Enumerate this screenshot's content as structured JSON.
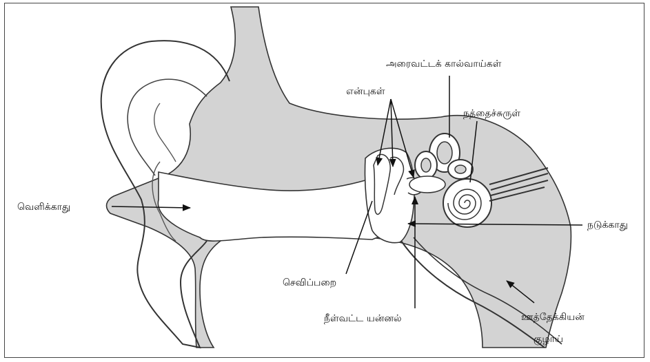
{
  "labels": {
    "outer_ear": "வெளிக்காது",
    "bones": "என்புகள்",
    "semicircular_canals": "அரைவட்டக் கால்வாய்கள்",
    "cochlea": "நத்தைச்சுருள்",
    "middle_ear": "நடுக்காது",
    "eardrum": "செவிப்பறை",
    "oval_window": "நீள்வட்ட யன்னல்",
    "eustachian_tube_line1": "ஊத்தேக்கியன்",
    "eustachian_tube_line2": "குழாய்"
  }
}
